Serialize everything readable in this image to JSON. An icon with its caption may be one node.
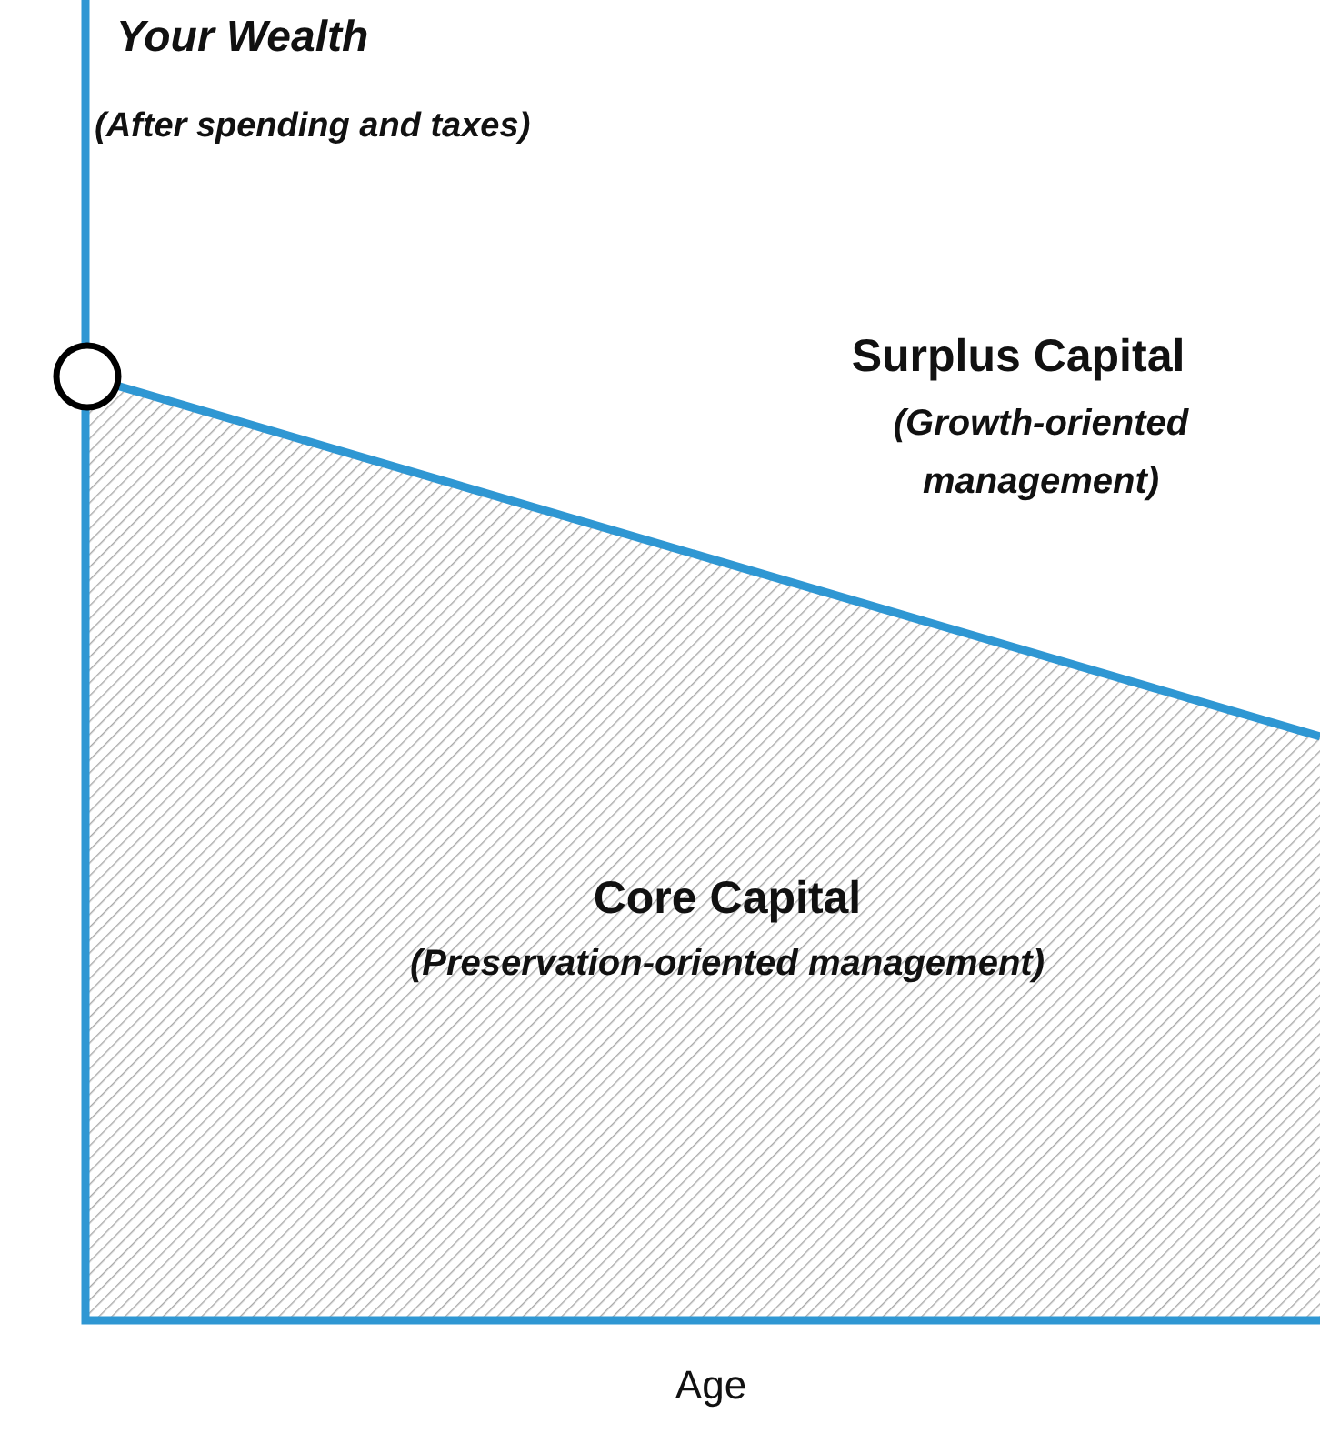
{
  "diagram": {
    "labels": [
      "Your Wealth",
      "(After spending and taxes)",
      "Surplus Capital",
      "(Growth-oriented management)",
      "Core Capital",
      "(Preservation-oriented management)",
      "Age"
    ]
  }
}
